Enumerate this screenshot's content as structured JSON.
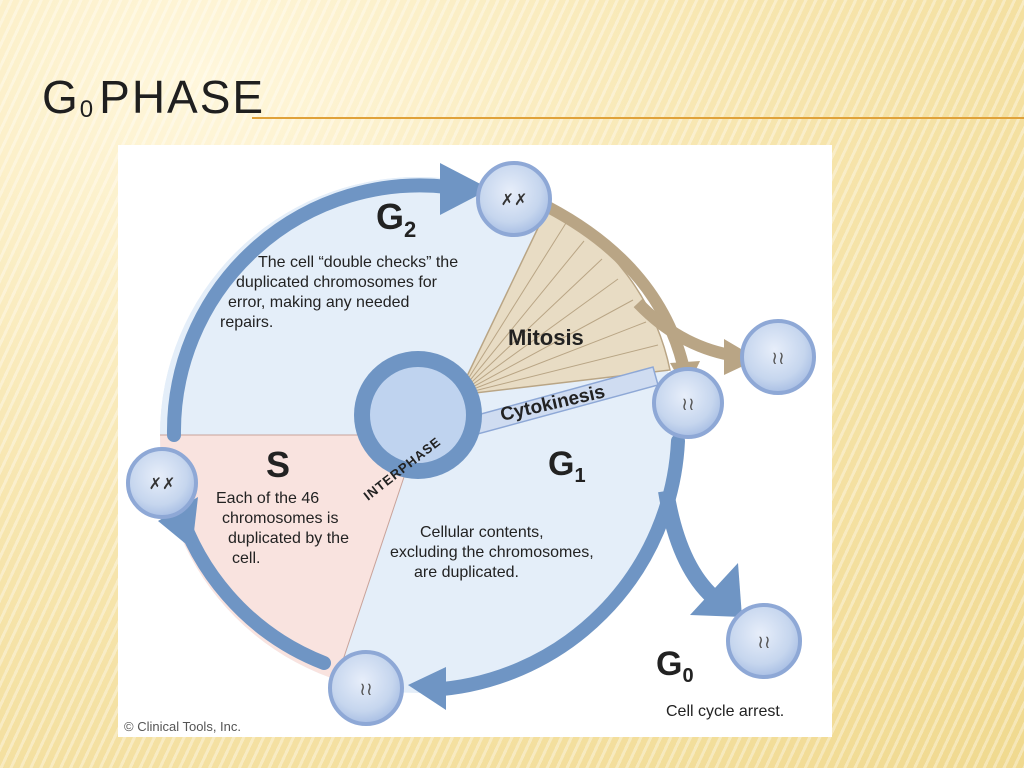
{
  "slide": {
    "title_main": "G",
    "title_sub": "0",
    "title_rest": "PHASE"
  },
  "diagram": {
    "phases": {
      "g2": {
        "label": "G",
        "sub": "2",
        "desc_lines": [
          "The cell “double checks” the",
          "duplicated chromosomes for",
          "error, making any needed",
          "repairs."
        ]
      },
      "s": {
        "label": "S",
        "desc_lines": [
          "Each of the 46",
          "chromosomes is",
          "duplicated by the",
          "cell."
        ]
      },
      "g1": {
        "label": "G",
        "sub": "1",
        "desc_lines": [
          "Cellular contents,",
          "excluding the chromosomes,",
          "are duplicated."
        ]
      },
      "g0": {
        "label": "G",
        "sub": "0",
        "desc": "Cell cycle arrest."
      }
    },
    "mitosis_label": "Mitosis",
    "cytokinesis_label": "Cytokinesis",
    "interphase_label": "INTERPHASE",
    "copyright": "© Clinical Tools, Inc.",
    "colors": {
      "arrow_blue": "#6f95c4",
      "g2_fill": "#e4eef9",
      "s_fill": "#f9e3df",
      "mitosis_fill": "#e8dcc4",
      "brown_arrow": "#b9a585",
      "cell_fill": "#c6d6ee",
      "cell_border": "#8ea8d6"
    }
  }
}
